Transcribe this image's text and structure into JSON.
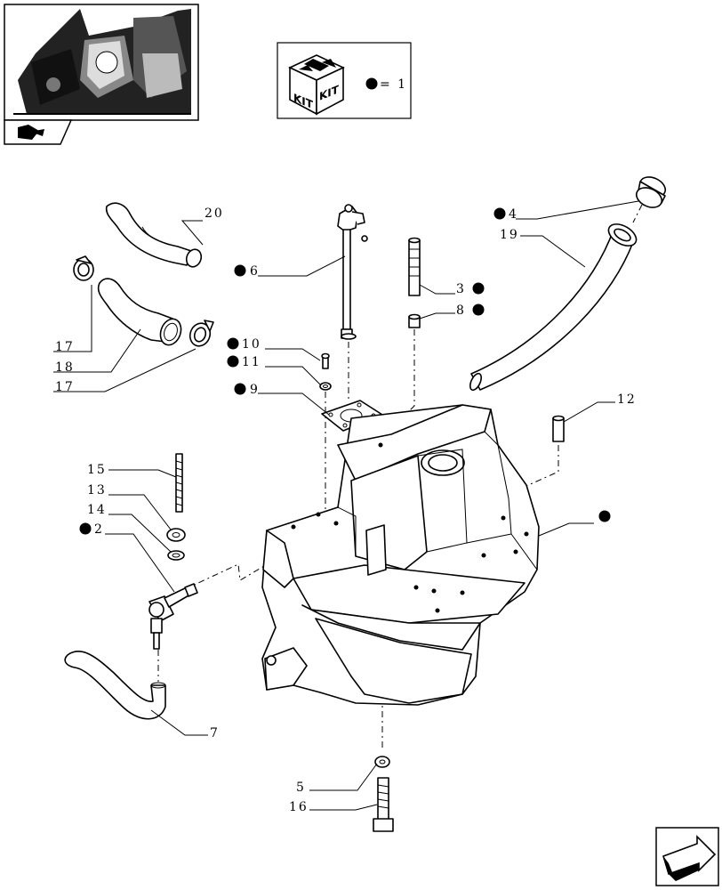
{
  "kit_box": {
    "kit_text_1": "KIT",
    "kit_text_2": "KIT",
    "legend_text": "= 1"
  },
  "labels": {
    "p1": "",
    "p2": "2",
    "p3": "3",
    "p4": "4",
    "p5": "5",
    "p6": "6",
    "p7": "7",
    "p8": "8",
    "p9": "9",
    "p10": "10",
    "p11": "11",
    "p12": "12",
    "p13": "13",
    "p14": "14",
    "p15": "15",
    "p16": "16",
    "p17a": "17",
    "p17b": "17",
    "p18": "18",
    "p19": "19",
    "p20": "20"
  },
  "colors": {
    "ink": "#000000",
    "paper": "#ffffff"
  },
  "icons": {
    "thumbnail": "tractor-engine-thumbnail",
    "book": "book-icon",
    "kit": "kit-box-icon",
    "nav": "next-arrow-icon"
  }
}
